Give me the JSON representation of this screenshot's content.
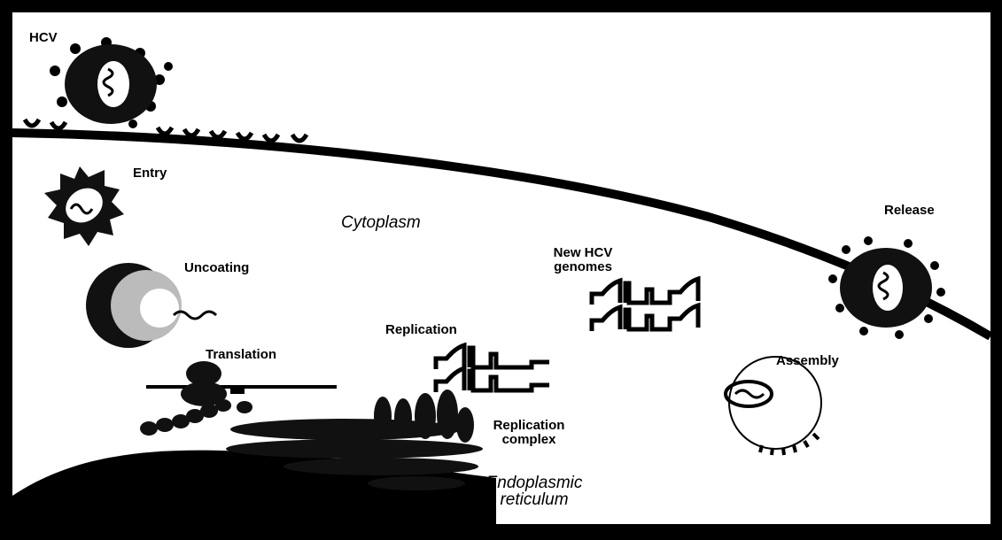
{
  "diagram": {
    "labels": {
      "hcv": "HCV",
      "entry": "Entry",
      "cytoplasm": "Cytoplasm",
      "release": "Release",
      "uncoating": "Uncoating",
      "new_genomes_1": "New HCV",
      "new_genomes_2": "genomes",
      "replication": "Replication",
      "translation": "Translation",
      "assembly": "Assembly",
      "replication_complex_1": "Replication",
      "replication_complex_2": "complex",
      "er_1": "Endoplasmic",
      "er_2": "reticulum"
    }
  }
}
